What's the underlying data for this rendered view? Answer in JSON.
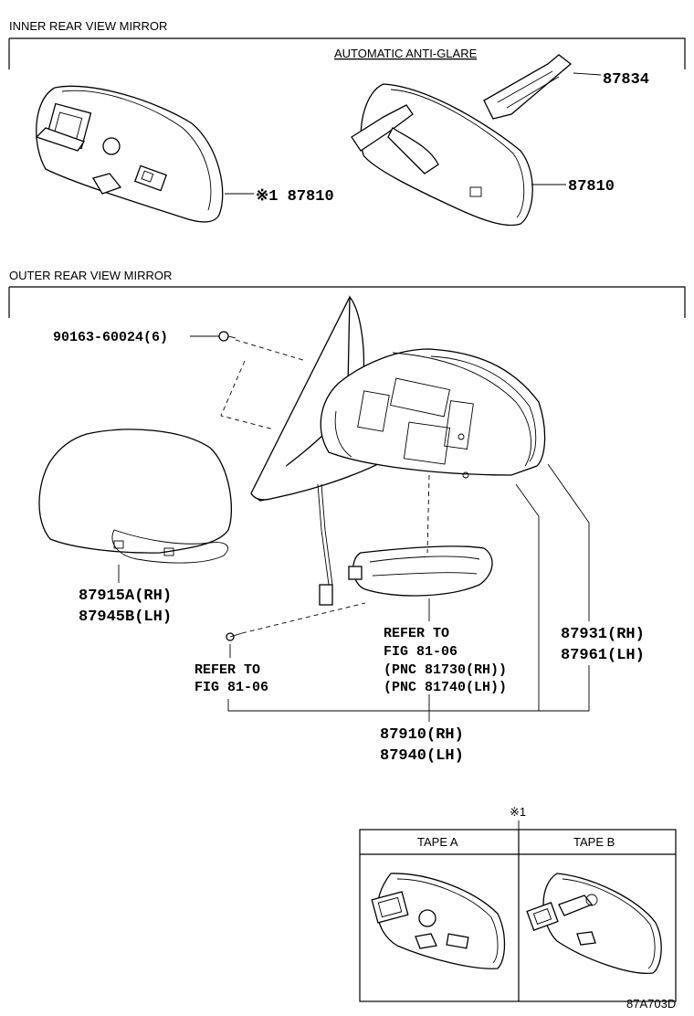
{
  "sections": {
    "inner_title": "INNER REAR VIEW MIRROR",
    "outer_title": "OUTER REAR VIEW MIRROR",
    "auto_anti_glare": "AUTOMATIC ANTI-GLARE"
  },
  "callouts": {
    "p87834": "87834",
    "p87810_auto": "87810",
    "p87810_std": "※1 87810",
    "screw": "90163-60024(6)",
    "cover_rh": "87915A(RH)",
    "cover_lh": "87945B(LH)",
    "refer_left_1": "REFER TO",
    "refer_left_2": "FIG 81-06",
    "refer_mid_1": "REFER TO",
    "refer_mid_2": "FIG 81-06",
    "refer_mid_3": "(PNC 81730(RH))",
    "refer_mid_4": "(PNC 81740(LH))",
    "housing_rh": "87931(RH)",
    "housing_lh": "87961(LH)",
    "assy_rh": "87910(RH)",
    "assy_lh": "87940(LH)"
  },
  "tape_table": {
    "note_mark": "※1",
    "col_a": "TAPE A",
    "col_b": "TAPE B"
  },
  "figure_code": "87A703D"
}
